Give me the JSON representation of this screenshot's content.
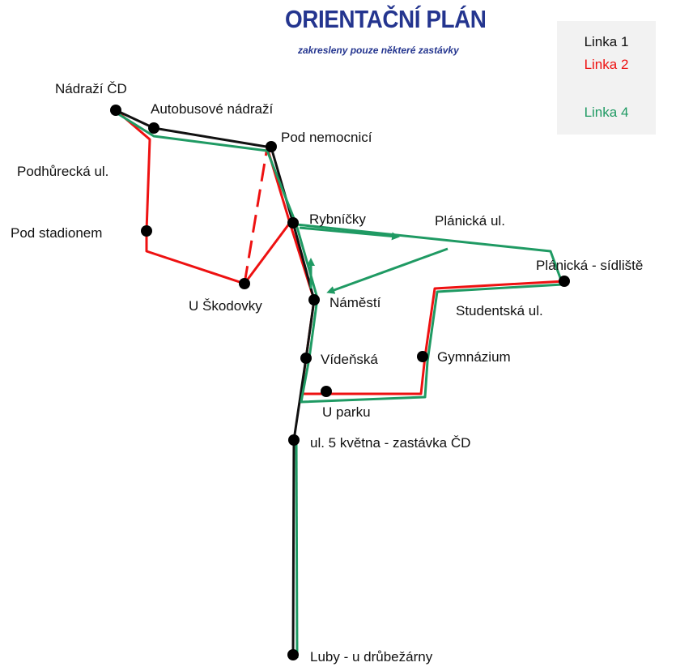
{
  "header": {
    "title": "ORIENTAČNÍ PLÁN",
    "subtitle": "zakresleny pouze některé zastávky"
  },
  "legend": {
    "items": [
      {
        "label": "Linka 1",
        "color": "#111111"
      },
      {
        "label": "Linka 2",
        "color": "#ee1111"
      },
      {
        "label": "Linka 4",
        "color": "#1f9a63"
      }
    ]
  },
  "colors": {
    "title": "#24358f",
    "line1": "#111111",
    "line2": "#ee1111",
    "line4": "#1f9a63",
    "stop": "#000000",
    "legend_bg": "#f2f2f2"
  },
  "stops": {
    "nadrazi_cd": "Nádraží ČD",
    "autobusove_nadrazi": "Autobusové nádraží",
    "pod_nemocnici": "Pod nemocnicí",
    "podhurecka": "Podhůrecká ul.",
    "pod_stadionem": "Pod stadionem",
    "rybnicky": "Rybníčky",
    "planicka_ul": "Plánická ul.",
    "planicka_sidliste": "Plánická - sídliště",
    "u_skodovky": "U Škodovky",
    "namesti": "Náměstí",
    "studentska": "Studentská ul.",
    "videnska": "Vídeňská",
    "gymnazium": "Gymnázium",
    "u_parku": "U parku",
    "ul_5_kvetna": "ul. 5 května - zastávka ČD",
    "luby": "Luby - u drůbežárny"
  }
}
